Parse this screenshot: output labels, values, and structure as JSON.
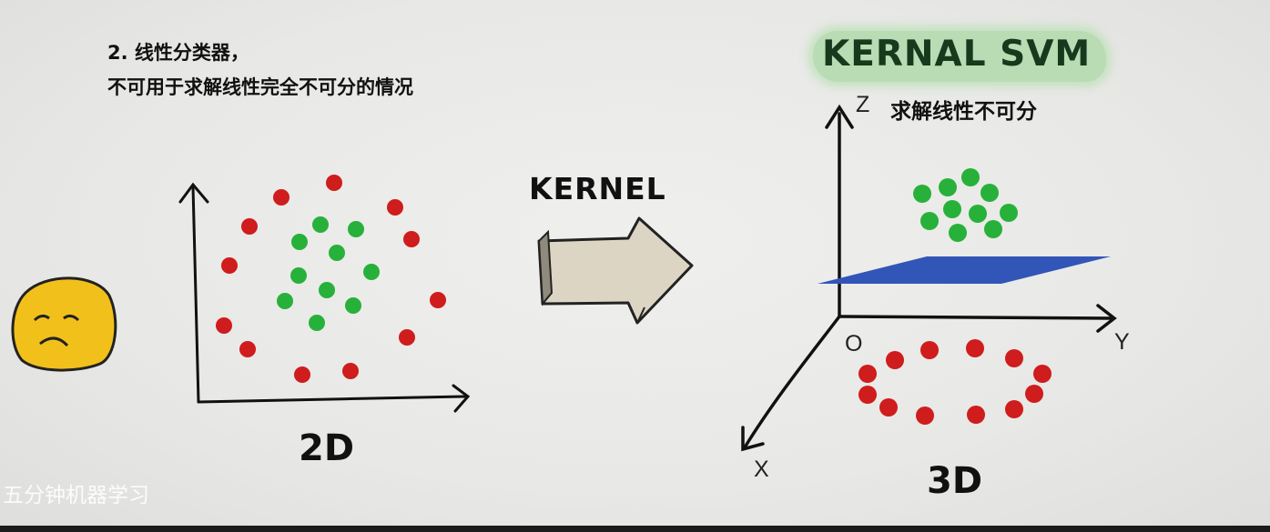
{
  "header": {
    "line1": "2. 线性分类器，",
    "line2": "不可用于求解线性完全不可分的情况"
  },
  "transform_label": "KERNEL",
  "svm": {
    "title": "KERNAL SVM",
    "subtitle": "求解线性不可分"
  },
  "axes_3d": {
    "z": "Z",
    "y": "Y",
    "x": "X",
    "origin": "O"
  },
  "labels": {
    "two_d": "2D",
    "three_d": "3D"
  },
  "watermark": "五分钟机器学习",
  "colors": {
    "red_point": "#cf1c1c",
    "green_point": "#27b13a",
    "plane": "#3255b8",
    "banner": "#b9dcb4",
    "face": "#f2c01b"
  }
}
